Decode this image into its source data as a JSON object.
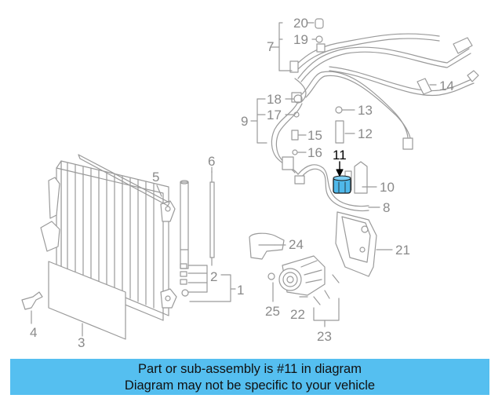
{
  "diagram": {
    "highlight_color": "#4fb8ea",
    "line_color": "#9a9a9a",
    "callouts": {
      "c1": "1",
      "c2": "2",
      "c3": "3",
      "c4": "4",
      "c5": "5",
      "c6": "6",
      "c7": "7",
      "c8": "8",
      "c9": "9",
      "c10": "10",
      "c11": "11",
      "c12": "12",
      "c13": "13",
      "c14": "14",
      "c15": "15",
      "c16": "16",
      "c17": "17",
      "c18": "18",
      "c19": "19",
      "c20": "20",
      "c21": "21",
      "c22": "22",
      "c23": "23",
      "c24": "24",
      "c25": "25"
    }
  },
  "caption": {
    "line1": "Part or sub-assembly is #11 in diagram",
    "line2": "Diagram may not be specific to your vehicle",
    "background": "#55bff0"
  }
}
